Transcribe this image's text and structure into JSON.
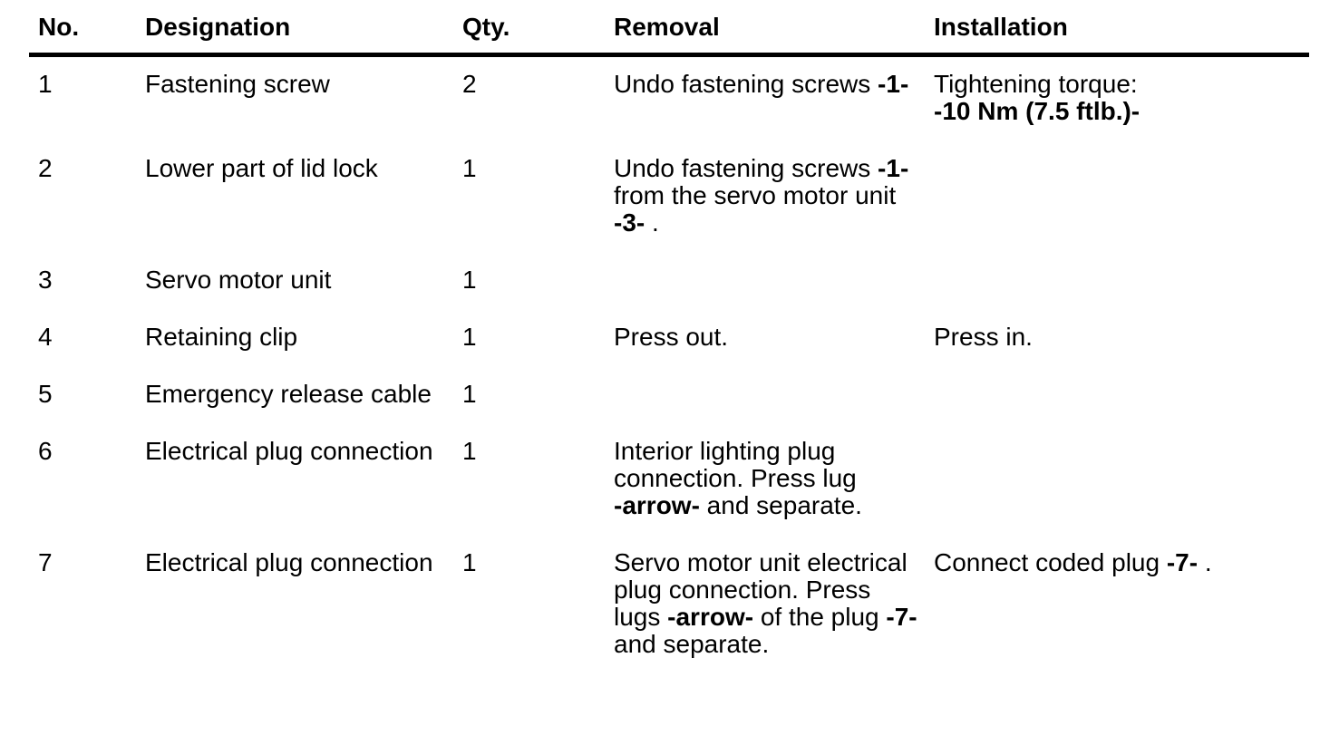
{
  "colors": {
    "text": "#000000",
    "background": "#ffffff",
    "header_rule": "#000000"
  },
  "table": {
    "columns": [
      {
        "key": "no",
        "label": "No."
      },
      {
        "key": "designation",
        "label": "Designation"
      },
      {
        "key": "qty",
        "label": "Qty."
      },
      {
        "key": "removal",
        "label": "Removal"
      },
      {
        "key": "installation",
        "label": "Installation"
      }
    ],
    "rows": [
      {
        "no": "1",
        "designation": "Fastening screw",
        "qty": "2",
        "removal": [
          [
            {
              "t": "Undo fastening screws "
            },
            {
              "t": "-1-",
              "b": true
            }
          ]
        ],
        "installation": [
          [
            {
              "t": "Tightening torque:"
            }
          ],
          [
            {
              "t": "-10 Nm (7.5 ftlb.)-",
              "b": true
            }
          ]
        ]
      },
      {
        "no": "2",
        "designation": "Lower part of lid lock",
        "qty": "1",
        "removal": [
          [
            {
              "t": "Undo fastening screws "
            },
            {
              "t": "-1-",
              "b": true
            }
          ],
          [
            {
              "t": "from the servo motor unit"
            }
          ],
          [
            {
              "t": "-3-",
              "b": true
            },
            {
              "t": " ."
            }
          ]
        ],
        "installation": []
      },
      {
        "no": "3",
        "designation": "Servo motor unit",
        "qty": "1",
        "removal": [],
        "installation": []
      },
      {
        "no": "4",
        "designation": "Retaining clip",
        "qty": "1",
        "removal": [
          [
            {
              "t": "Press out."
            }
          ]
        ],
        "installation": [
          [
            {
              "t": "Press in."
            }
          ]
        ]
      },
      {
        "no": "5",
        "designation": "Emergency release cable",
        "qty": "1",
        "removal": [],
        "installation": []
      },
      {
        "no": "6",
        "designation": "Electrical plug connection",
        "qty": "1",
        "removal": [
          [
            {
              "t": "Interior lighting plug"
            }
          ],
          [
            {
              "t": "connection. Press lug"
            }
          ],
          [
            {
              "t": "-arrow-",
              "b": true
            },
            {
              "t": " and separate."
            }
          ]
        ],
        "installation": []
      },
      {
        "no": "7",
        "designation": "Electrical plug connection",
        "qty": "1",
        "removal": [
          [
            {
              "t": "Servo motor unit electrical"
            }
          ],
          [
            {
              "t": "plug connection. Press"
            }
          ],
          [
            {
              "t": "lugs "
            },
            {
              "t": "-arrow-",
              "b": true
            },
            {
              "t": " of the plug "
            },
            {
              "t": "-7-",
              "b": true
            }
          ],
          [
            {
              "t": "and separate."
            }
          ]
        ],
        "installation": [
          [
            {
              "t": "Connect coded plug "
            },
            {
              "t": "-7-",
              "b": true
            },
            {
              "t": " ."
            }
          ]
        ]
      }
    ]
  }
}
